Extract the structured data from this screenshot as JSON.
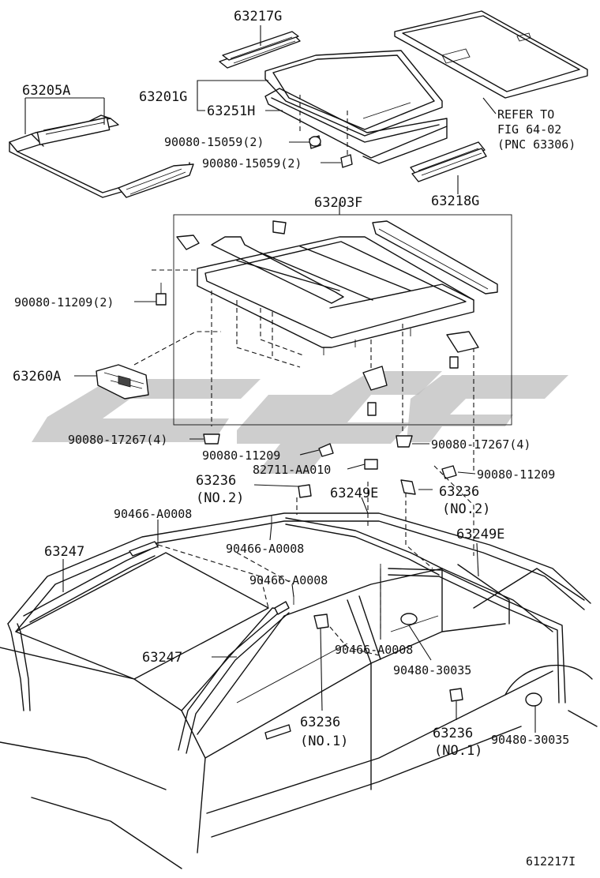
{
  "labels": {
    "p63217G": "63217G",
    "p63205A": "63205A",
    "p63201G": "63201G",
    "p63251H": "63251H",
    "b90080_15059_a": "90080-15059(2)",
    "b90080_15059_b": "90080-15059(2)",
    "refer_line1": "REFER TO",
    "refer_line2": "FIG 64-02",
    "refer_line3": "(PNC 63306)",
    "p63218G": "63218G",
    "p63203F": "63203F",
    "b90080_11209_2": "90080-11209(2)",
    "p63260A": "63260A",
    "b90080_17267_l": "90080-17267(4)",
    "b90080_17267_r": "90080-17267(4)",
    "b90080_11209_c": "90080-11209",
    "p82711": "82711-AA010",
    "b90080_11209_r": "90080-11209",
    "p63236_no2_l": "63236",
    "p63236_no2_l_sub": "(NO.2)",
    "p63249E_l": "63249E",
    "p63236_no2_r": "63236",
    "p63236_no2_r_sub": "(NO.2)",
    "c90466_a": "90466-A0008",
    "p63249E_r": "63249E",
    "p63247_top": "63247",
    "c90466_b": "90466-A0008",
    "c90466_c": "90466-A0008",
    "p63247_mid": "63247",
    "c90466_d": "90466-A0008",
    "b90480_30035_c": "90480-30035",
    "p63236_no1_l": "63236",
    "p63236_no1_l_sub": "(NO.1)",
    "p63236_no1_r": "63236",
    "p63236_no1_r_sub": "(NO.1)",
    "b90480_30035_r": "90480-30035",
    "figure_id": "612217I"
  }
}
